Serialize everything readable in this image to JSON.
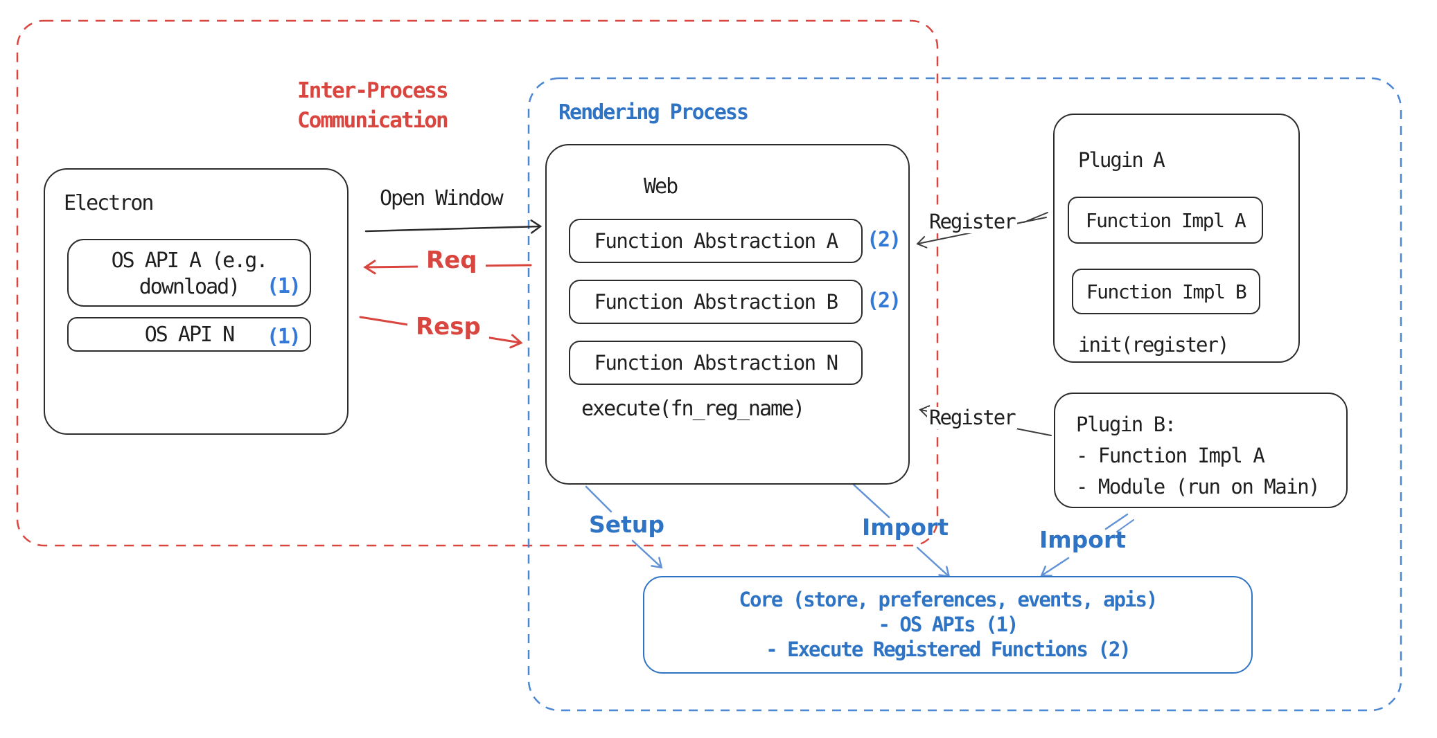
{
  "ipc": {
    "line1": "Inter-Process",
    "line2": "Communication"
  },
  "rendering": {
    "label": "Rendering Process"
  },
  "electron": {
    "title": "Electron",
    "api_a_line1": "OS API A (e.g.",
    "api_a_line2": "download)",
    "api_a_badge": "(1)",
    "api_n": "OS API N",
    "api_n_badge": "(1)"
  },
  "web": {
    "title": "Web",
    "fa_a": "Function Abstraction A",
    "badge_a": "(2)",
    "fa_b": "Function Abstraction B",
    "badge_b": "(2)",
    "fa_n": "Function Abstraction N",
    "execute": "execute(fn_reg_name)"
  },
  "plugin_a": {
    "title": "Plugin A",
    "impl_a": "Function Impl A",
    "impl_b": "Function Impl B",
    "init": "init(register)"
  },
  "plugin_b": {
    "line1": "Plugin B:",
    "line2": "- Function Impl A",
    "line3": "- Module (run on Main)"
  },
  "core": {
    "line1": "Core (store, preferences, events, apis)",
    "line2": "- OS APIs (1)",
    "line3": "- Execute Registered Functions (2)"
  },
  "arrows": {
    "open_window": "Open Window",
    "req": "Req",
    "resp": "Resp",
    "register_a": "Register",
    "register_b": "Register",
    "setup": "Setup",
    "import_web": "Import",
    "import_plugin": "Import"
  },
  "colors": {
    "red": "#d9453f",
    "blue_text": "#2f74c4",
    "blue_badge": "#3579d8",
    "blue_dash": "#4b87d2",
    "blue_arrow": "#6292d6",
    "ink": "#2b2b2b"
  }
}
